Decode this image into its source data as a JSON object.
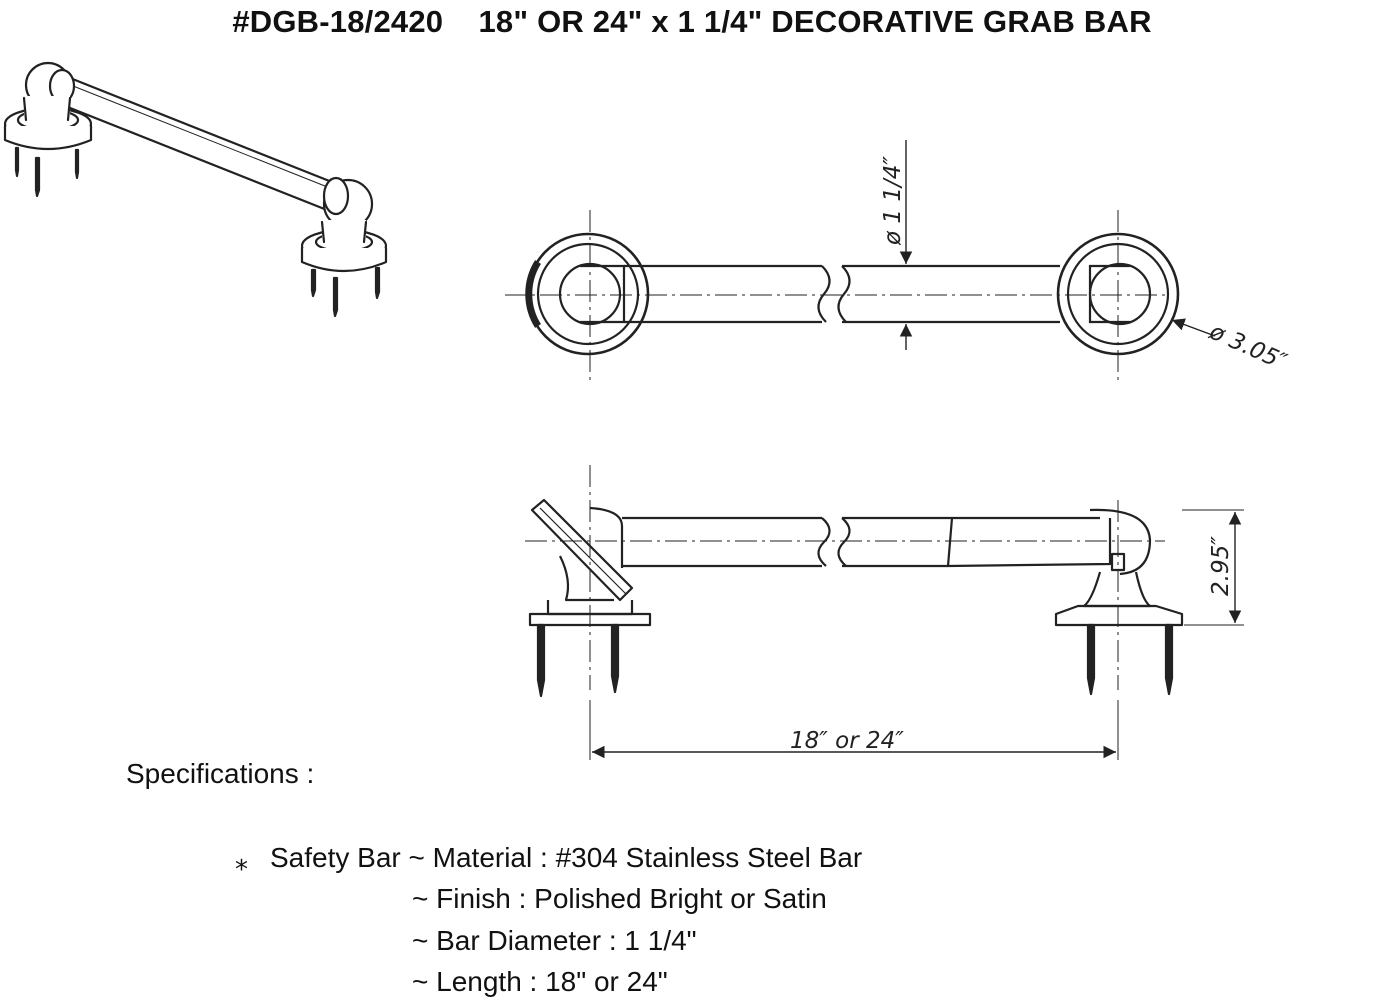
{
  "title": "#DGB-18/2420    18\" OR 24\" x 1 1/4\" DECORATIVE GRAB BAR",
  "dimensions": {
    "bar_diameter": "ø 1 1/4″",
    "flange_diameter": "ø 3.05″",
    "projection": "2.95″",
    "length": "18″ or 24″"
  },
  "specs": {
    "heading": "Specifications :",
    "bullet": "⁎",
    "lines": [
      "Safety Bar ~ Material : #304 Stainless Steel Bar",
      "~ Finish : Polished Bright or Satin",
      "~ Bar Diameter : 1 1/4\"",
      "~ Length : 18\" or 24\""
    ]
  }
}
